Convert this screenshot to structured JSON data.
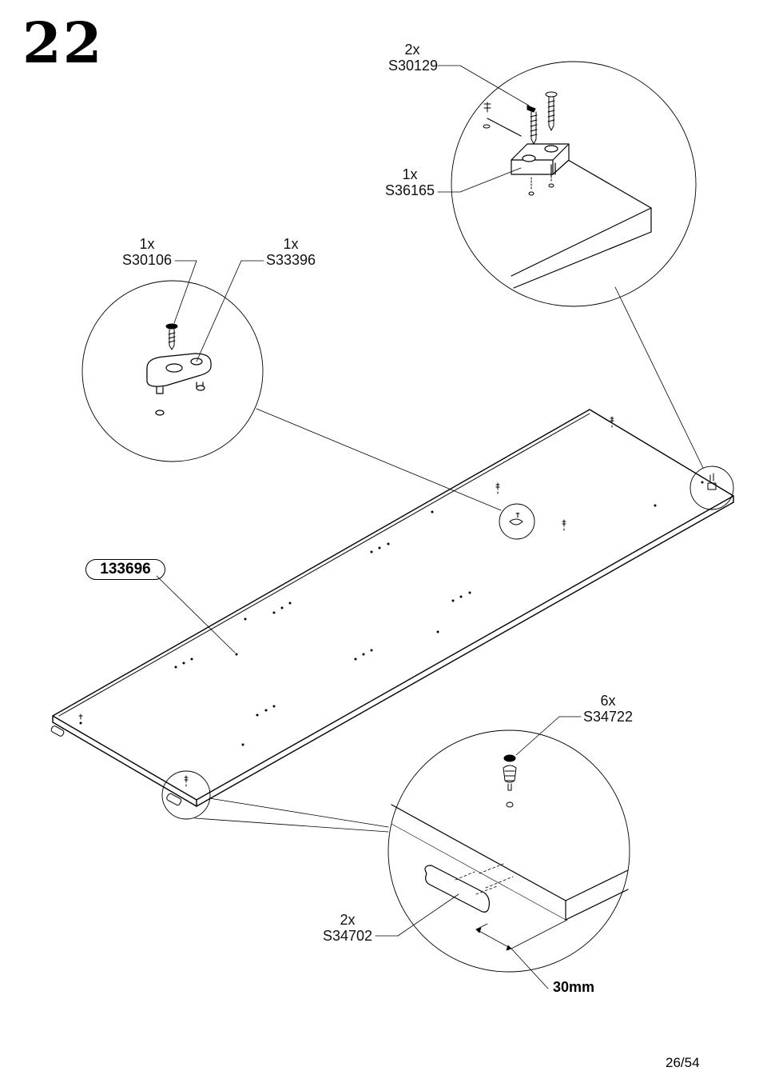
{
  "step_number": "22",
  "panel_part_number": "133696",
  "callouts": {
    "s30129": {
      "qty": "2x",
      "part": "S30129"
    },
    "s36165": {
      "qty": "1x",
      "part": "S36165"
    },
    "s30106": {
      "qty": "1x",
      "part": "S30106"
    },
    "s33396": {
      "qty": "1x",
      "part": "S33396"
    },
    "s34722": {
      "qty": "6x",
      "part": "S34722"
    },
    "s34702": {
      "qty": "2x",
      "part": "S34702"
    }
  },
  "dimension_label": "30mm",
  "page_number": "26/54"
}
